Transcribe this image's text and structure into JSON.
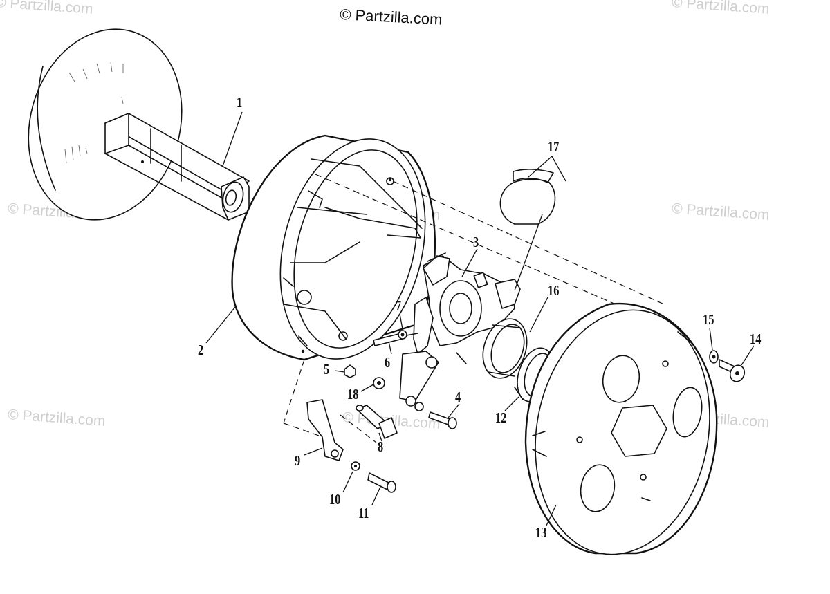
{
  "credit": "© Partzilla.com",
  "watermark": "© Partzilla.com",
  "callouts": {
    "c1": "1",
    "c2": "2",
    "c3": "3",
    "c4": "4",
    "c5": "5",
    "c6": "6",
    "c7": "7",
    "c8": "8",
    "c9": "9",
    "c10": "10",
    "c11": "11",
    "c12": "12",
    "c13": "13",
    "c14": "14",
    "c15": "15",
    "c16": "16",
    "c17": "17",
    "c18": "18"
  },
  "colors": {
    "ink": "#111111",
    "watermark": "#cfcfcf",
    "background": "#ffffff"
  }
}
